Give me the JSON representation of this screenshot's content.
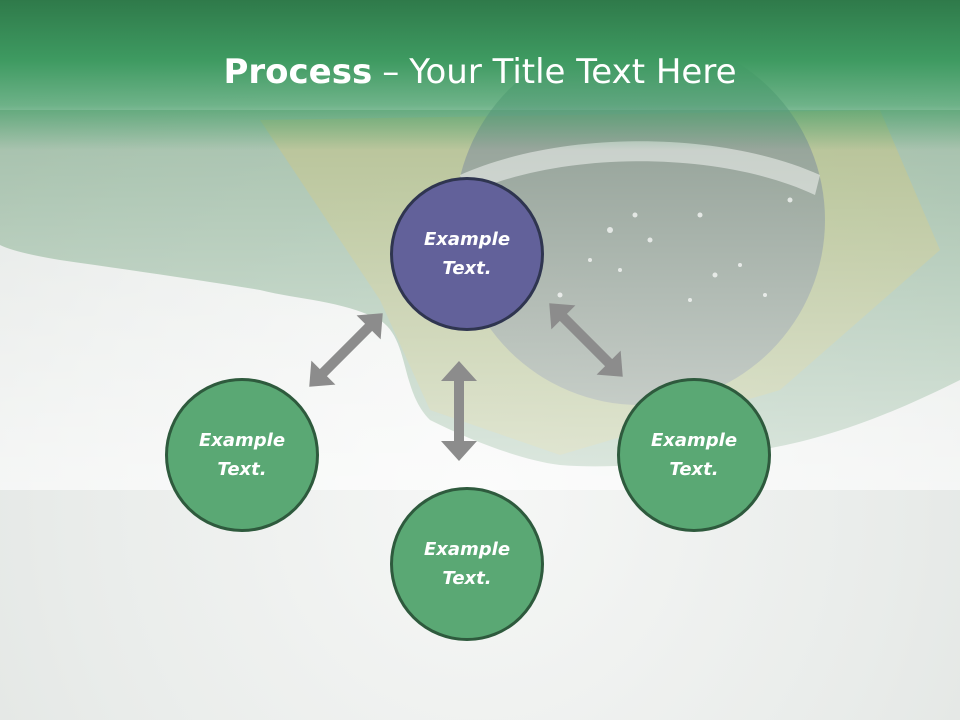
{
  "title": {
    "bold": "Process",
    "separator": "–",
    "rest": "Your Title Text Here"
  },
  "nodes": [
    {
      "id": "top",
      "text": "Example Text."
    },
    {
      "id": "left",
      "text": "Example Text."
    },
    {
      "id": "bottom",
      "text": "Example Text."
    },
    {
      "id": "right",
      "text": "Example Text."
    }
  ],
  "colors": {
    "title_bar": "#3e9a61",
    "main_node": "#62619a",
    "green_node": "#5aa874",
    "arrow": "#8c8c8c"
  }
}
